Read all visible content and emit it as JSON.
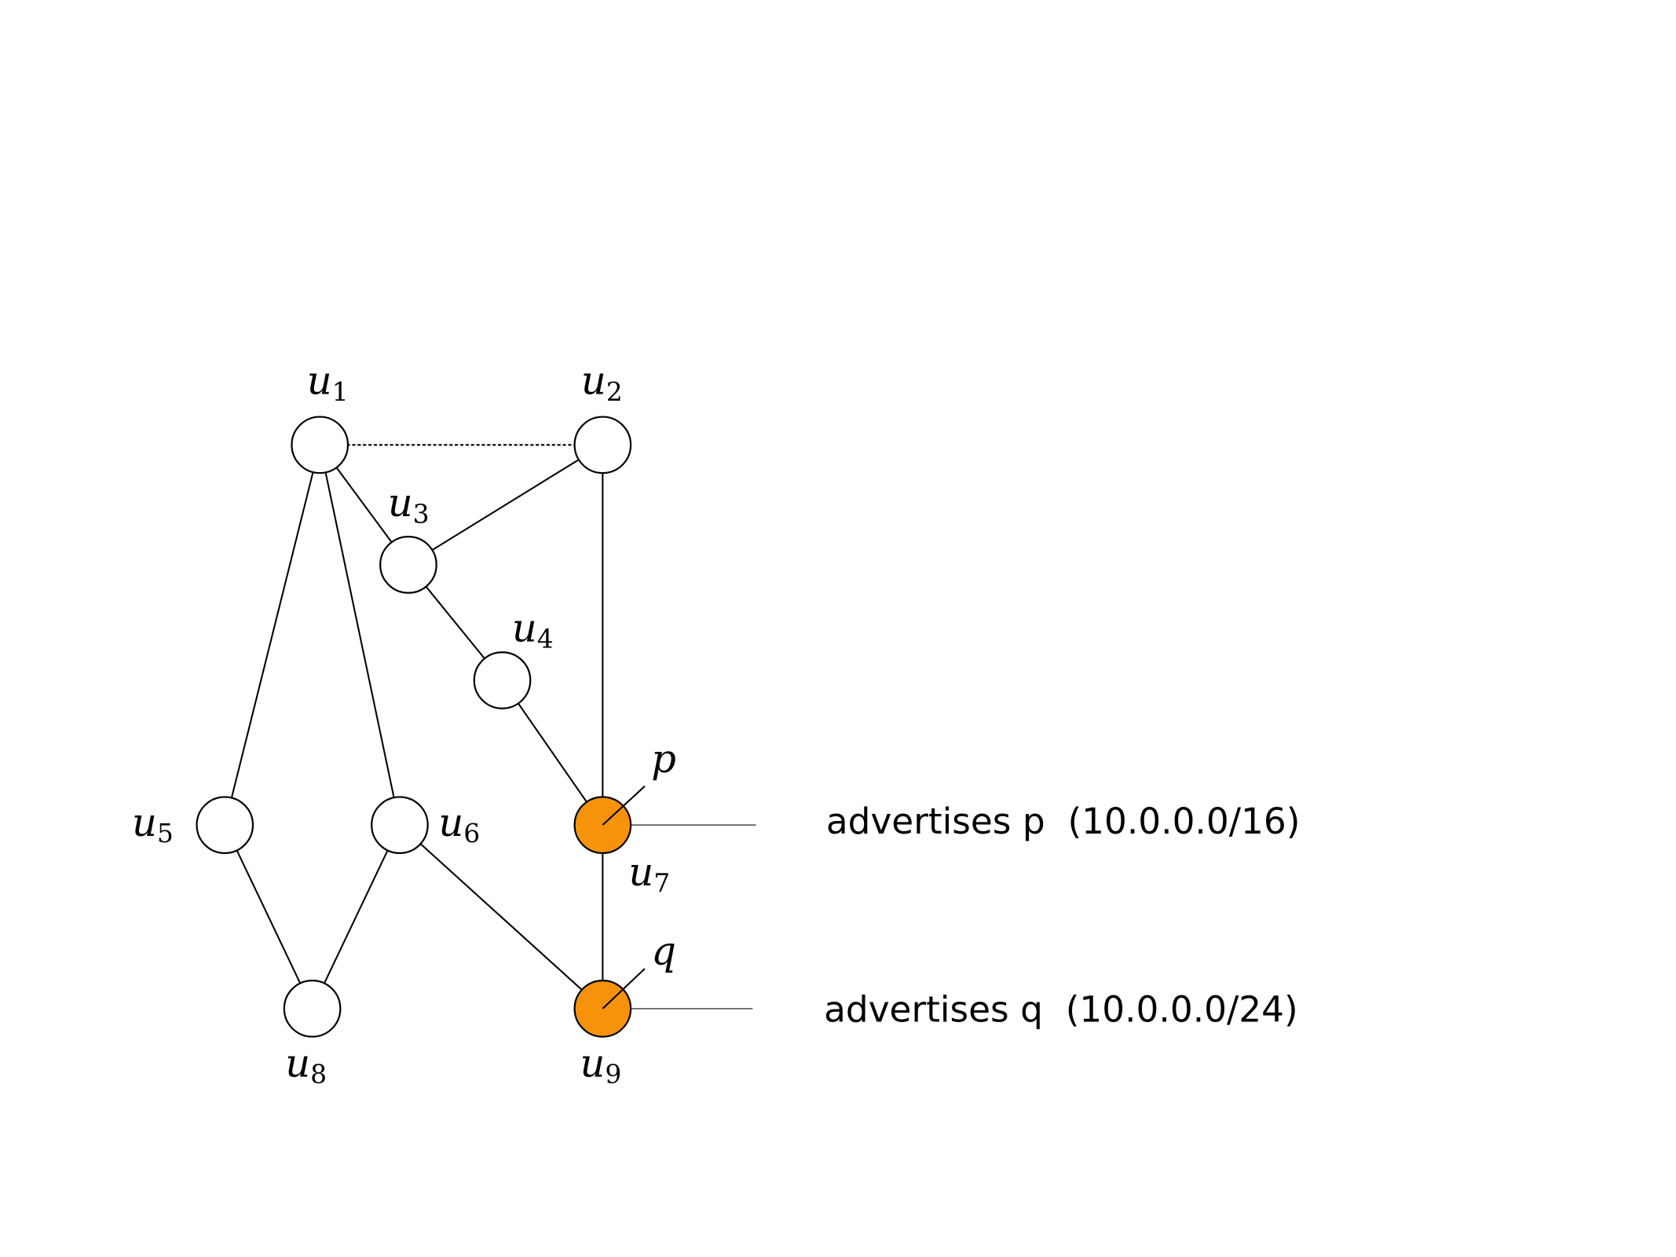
{
  "colors": {
    "highlight": "#F7930A",
    "normal": "#FFFFFF",
    "line": "#000000",
    "advert_line": "#666666"
  },
  "nodes": [
    {
      "id": "u1",
      "label": "u",
      "sub": "1",
      "highlighted": false
    },
    {
      "id": "u2",
      "label": "u",
      "sub": "2",
      "highlighted": false
    },
    {
      "id": "u3",
      "label": "u",
      "sub": "3",
      "highlighted": false
    },
    {
      "id": "u4",
      "label": "u",
      "sub": "4",
      "highlighted": false
    },
    {
      "id": "u5",
      "label": "u",
      "sub": "5",
      "highlighted": false
    },
    {
      "id": "u6",
      "label": "u",
      "sub": "6",
      "highlighted": false
    },
    {
      "id": "u7",
      "label": "u",
      "sub": "7",
      "highlighted": true
    },
    {
      "id": "u8",
      "label": "u",
      "sub": "8",
      "highlighted": false
    },
    {
      "id": "u9",
      "label": "u",
      "sub": "9",
      "highlighted": true
    }
  ],
  "edges": [
    {
      "from": "u1",
      "to": "u2",
      "style": "dotted"
    },
    {
      "from": "u1",
      "to": "u3",
      "style": "solid"
    },
    {
      "from": "u2",
      "to": "u3",
      "style": "solid"
    },
    {
      "from": "u2",
      "to": "u7",
      "style": "solid"
    },
    {
      "from": "u3",
      "to": "u4",
      "style": "solid"
    },
    {
      "from": "u4",
      "to": "u7",
      "style": "solid"
    },
    {
      "from": "u1",
      "to": "u5",
      "style": "solid"
    },
    {
      "from": "u1",
      "to": "u6",
      "style": "solid"
    },
    {
      "from": "u5",
      "to": "u8",
      "style": "solid"
    },
    {
      "from": "u6",
      "to": "u8",
      "style": "solid"
    },
    {
      "from": "u6",
      "to": "u9",
      "style": "solid"
    },
    {
      "from": "u7",
      "to": "u9",
      "style": "solid"
    }
  ],
  "prefixes": {
    "p": {
      "label": "p",
      "node": "u7",
      "advert": "advertises p  (10.0.0.0/16)"
    },
    "q": {
      "label": "q",
      "node": "u9",
      "advert": "advertises q  (10.0.0.0/24)"
    }
  }
}
